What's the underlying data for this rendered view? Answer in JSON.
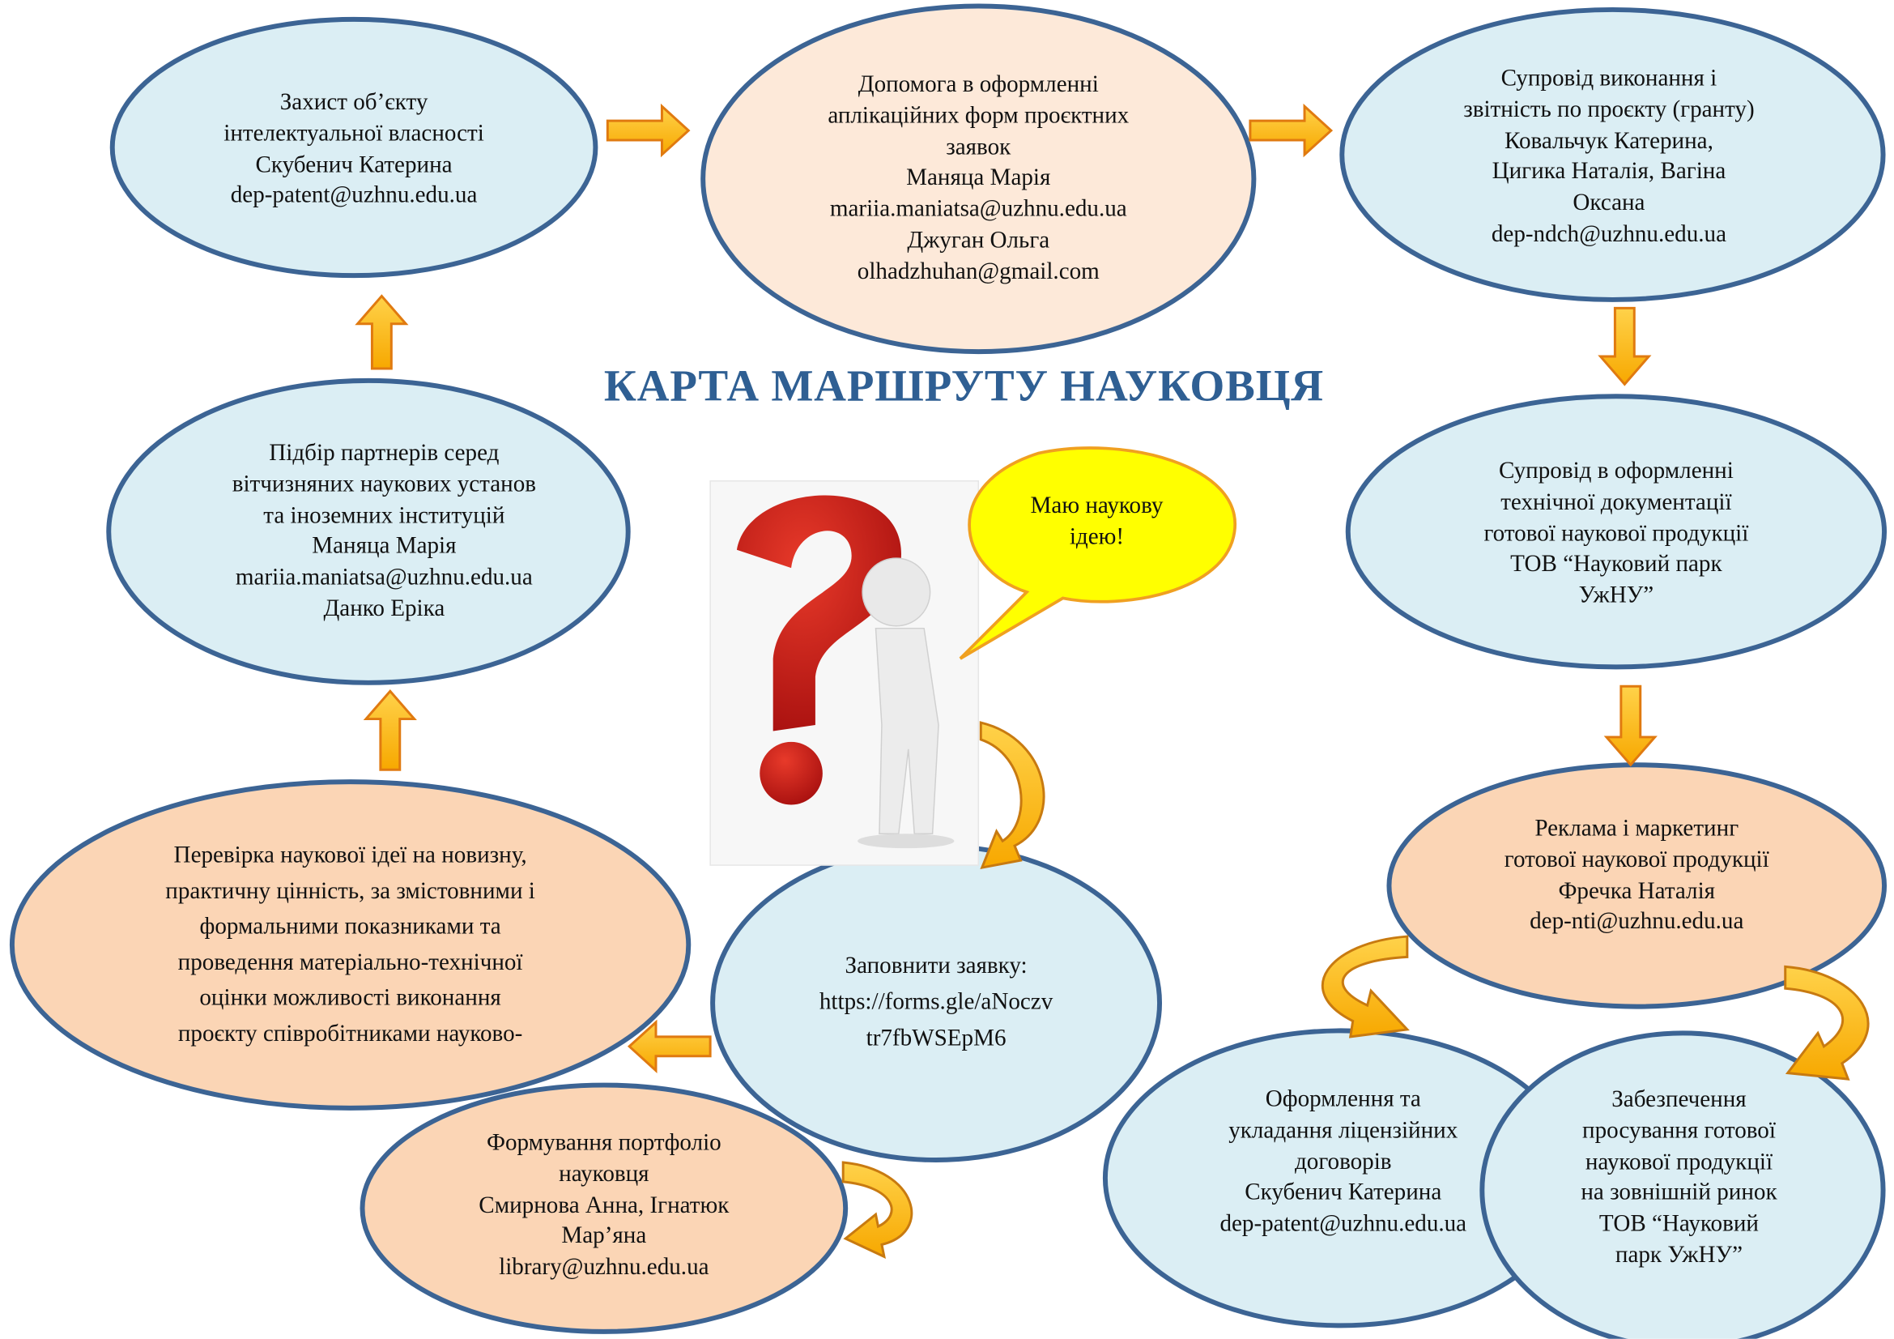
{
  "title": "КАРТА  МАРШРУТУ НАУКОВЦЯ",
  "speech_bubble": [
    "Маю наукову",
    "ідею!"
  ],
  "colors": {
    "blue_fill": "#dbeef4",
    "peach_fill": "#fbd5b5",
    "light_peach_fill": "#fde9d9",
    "stroke": "#3c6494",
    "arrow": "#fdb813",
    "title": "#2f5f93",
    "bubble": "#ffff00"
  },
  "nodes": {
    "ip_protection": [
      "Захист об’єкту",
      "інтелектуальної власності",
      "Скубенич Катерина",
      "dep-patent@uzhnu.edu.ua"
    ],
    "application_help": [
      "Допомога в оформленні",
      "аплікаційних форм проєктних",
      "заявок",
      "Маняца Марія",
      "mariia.maniatsa@uzhnu.edu.ua",
      "Джуган Ольга",
      "olhadzhuhan@gmail.com"
    ],
    "project_support": [
      "Супровід виконання і",
      "звітність по проєкту (гранту)",
      "Ковальчук Катерина,",
      "Цигика Наталія, Вагіна",
      "Оксана",
      "dep-ndch@uzhnu.edu.ua"
    ],
    "partners": [
      "Підбір партнерів серед",
      "вітчизняних наукових установ",
      "та іноземних інституцій",
      "Маняца Марія",
      "mariia.maniatsa@uzhnu.edu.ua",
      "Данко Еріка"
    ],
    "tech_docs": [
      "Супровід в оформленні",
      "технічної документації",
      "готової наукової продукції",
      "ТОВ “Науковий парк",
      "УжНУ”"
    ],
    "marketing": [
      "Реклама  і маркетинг",
      "готової наукової продукції",
      "Фречка Наталія",
      "dep-nti@uzhnu.edu.ua"
    ],
    "idea_check": [
      "Перевірка наукової ідеї на новизну,",
      "практичну цінність, за змістовними і",
      "формальними показниками та",
      "проведення матеріально-технічної",
      "оцінки можливості виконання",
      "проєкту  співробітниками науково-"
    ],
    "application_form": [
      "Заповнити заявку:",
      "https://forms.gle/aNoczv",
      "tr7fbWSEpM6"
    ],
    "portfolio": [
      "Формування  портфоліо",
      "науковця",
      "Смирнова Анна,  Ігнатюк",
      "Мар’яна",
      "library@uzhnu.edu.ua"
    ],
    "licensing": [
      "Оформлення та",
      "укладання ліцензійних",
      "договорів",
      "Скубенич Катерина",
      "dep-patent@uzhnu.edu.ua"
    ],
    "market_promotion": [
      "Забезпечення",
      "просування готової",
      "наукової продукції",
      "на зовнішній ринок",
      "ТОВ “Науковий",
      "парк УжНУ”"
    ]
  }
}
